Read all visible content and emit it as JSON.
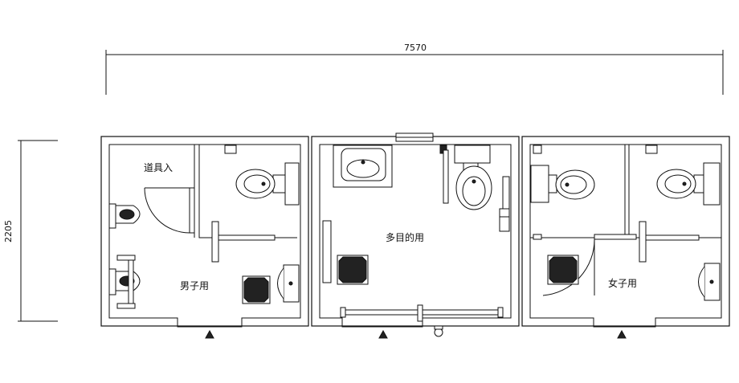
{
  "dimensions": {
    "width_label": "7570",
    "height_label": "2205"
  },
  "rooms": {
    "storage_label": "道具入",
    "mens_label": "男子用",
    "multipurpose_label": "多目的用",
    "womens_label": "女子用"
  },
  "colors": {
    "line": "#111111",
    "background": "#ffffff"
  }
}
